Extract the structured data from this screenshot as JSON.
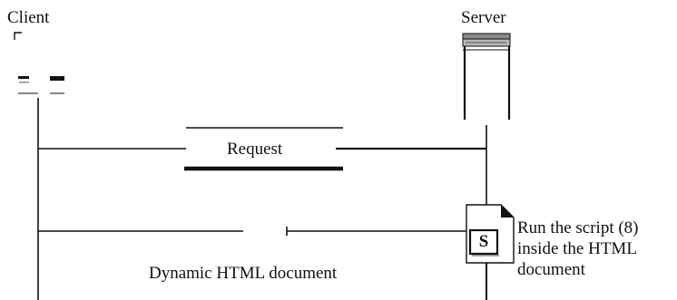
{
  "labels": {
    "client": "Client",
    "server": "Server",
    "request": "Request",
    "response": "Dynamic HTML document",
    "script_letter": "S",
    "note_lines": [
      "Run the script (8)",
      "inside the HTML",
      "document"
    ]
  },
  "icons": {
    "client": "desktop-computer-icon",
    "server": "server-tower-icon",
    "script": "script-document-icon"
  },
  "colors": {
    "line": "#111111",
    "shade": "#8a8a8a"
  }
}
